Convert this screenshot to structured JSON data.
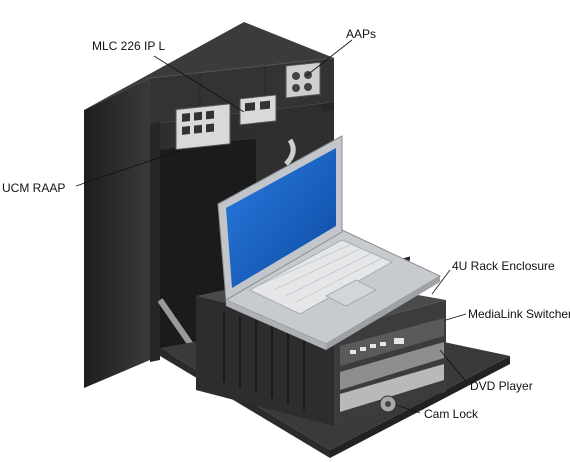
{
  "labels": {
    "mlc": "MLC 226 IP L",
    "aaps": "AAPs",
    "ucm": "UCM RAAP",
    "rack": "4U Rack Enclosure",
    "medialink": "MediaLink Switcher",
    "dvd": "DVD Player",
    "camlock": "Cam Lock"
  },
  "colors": {
    "cabinet_dark": "#2c2c2c",
    "cabinet_top": "#3d3d3d",
    "laptop_silver": "#bfc3c7",
    "screen_blue": "#1a63c5"
  }
}
